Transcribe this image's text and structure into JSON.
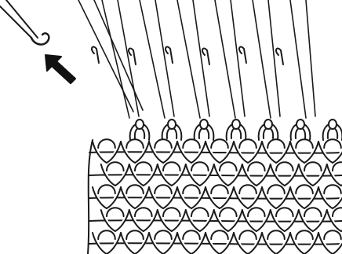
{
  "figure": {
    "description": "",
    "needle_count": 6,
    "fabric_rows": 5,
    "fabric_columns": 9,
    "arrow": {
      "color": "#111111",
      "direction": "up-left"
    },
    "ink_color": "#1a1a1a",
    "background": "#ffffff"
  },
  "bleed_through": {
    "line1": "",
    "line2": "",
    "line3": "",
    "line4": ""
  }
}
